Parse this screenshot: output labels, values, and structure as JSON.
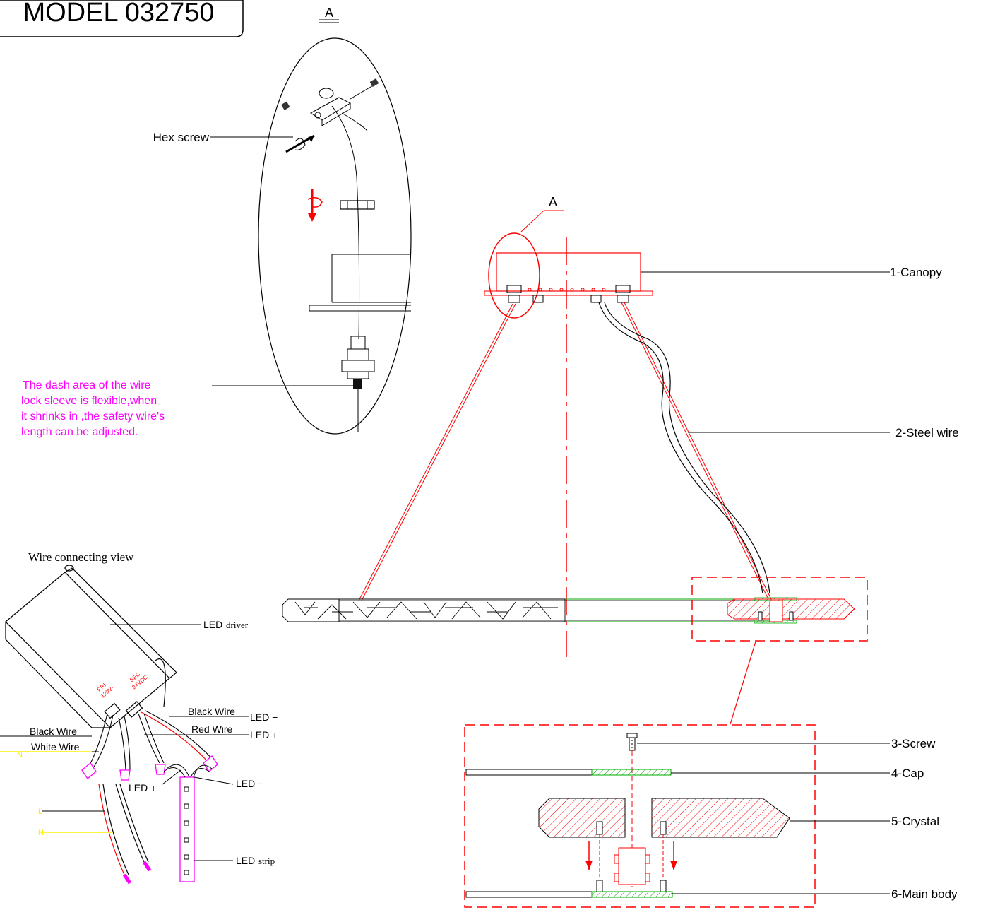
{
  "model_title": "MODEL  032750",
  "detail_label": "A",
  "detail_marker": "A",
  "hex_screw_label": "Hex screw",
  "note_lines": [
    "The dash area of the wire",
    "lock sleeve is flexible,when",
    "it shrinks in ,the safety wire's",
    "length can be adjusted."
  ],
  "wire_view_title": "Wire connecting view",
  "parts": {
    "canopy": "1-Canopy",
    "steel_wire": "2-Steel wire",
    "screw": "3-Screw",
    "cap": "4-Cap",
    "crystal": "5-Crystal",
    "main_body": "6-Main body"
  },
  "wiring": {
    "led_driver_label": "LED",
    "led_driver_suffix": "driver",
    "pri_label": "PRI",
    "pri_value": "120V-",
    "sec_label": "SEC",
    "sec_value": "24VDC",
    "black_wire_left": "Black Wire",
    "white_wire": "White Wire",
    "black_wire_right": "Black Wire",
    "red_wire": "Red Wire",
    "led_minus_top": "LED −",
    "led_plus_top": "LED +",
    "led_plus_bottom": "LED +",
    "led_minus_bottom": "LED −",
    "led_strip_label": "LED",
    "led_strip_suffix": "strip",
    "L_top": "L",
    "N_top": "N",
    "L_bottom": "L",
    "N_bottom": "N"
  },
  "colors": {
    "note": "#ff00ff",
    "red": "#ff0000",
    "green": "#00aa00",
    "yellow": "#ffee00",
    "magenta": "#ff00ff"
  }
}
